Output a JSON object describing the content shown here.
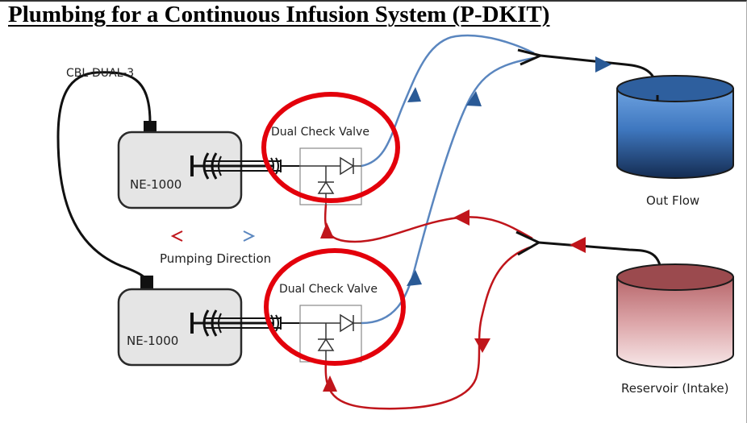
{
  "title": "Plumbing for a Continuous Infusion System (P-DKIT)",
  "cable_label": "CBL-DUAL-3",
  "pump_top_label": "NE-1000",
  "pump_bottom_label": "NE-1000",
  "valve_top_label": "Dual Check Valve",
  "valve_bottom_label": "Dual Check Valve",
  "direction_label": "Pumping Direction",
  "outflow_label": "Out Flow",
  "reservoir_label": "Reservoir (Intake)",
  "colors": {
    "blue_line": "#5a86bf",
    "red_line": "#c0151b",
    "highlight_circle": "#e3000b",
    "outflow_tank": "#2e5f9e",
    "reservoir_tank": "#9b4a4e"
  }
}
